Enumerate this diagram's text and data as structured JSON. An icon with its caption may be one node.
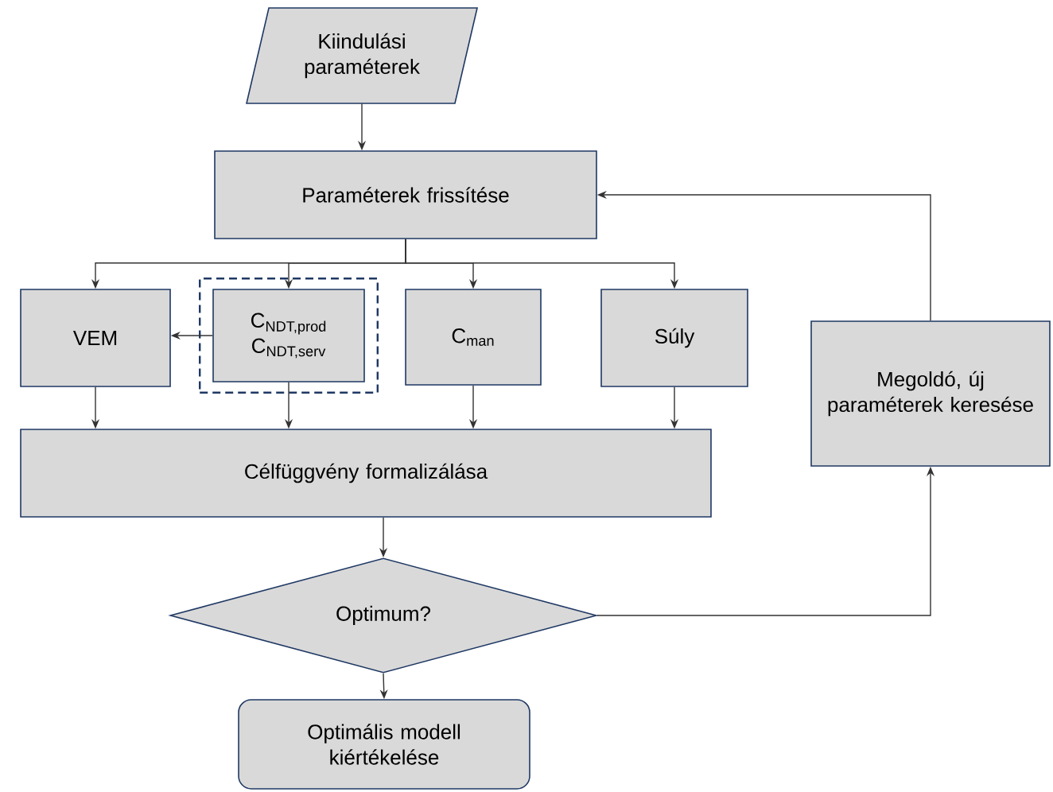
{
  "diagram": {
    "nodes": [
      {
        "text": [
          "Kiindulási paraméterek"
        ]
      },
      {
        "text": [
          "Paraméterek frissítése"
        ]
      },
      {
        "text": [
          "VEM"
        ]
      },
      {
        "text": [],
        "shape": "box"
      },
      {
        "text": [
          "C$_{NDT,prod}$",
          "C$_{NDT,serv}$"
        ],
        "in": 3
      },
      {
        "text": [
          "C$_{man}$"
        ]
      },
      {
        "text": [
          "Súly"
        ]
      },
      {
        "text": [
          "Megoldó, új paraméterek keresése"
        ]
      },
      {
        "text": [
          "Célfüggvény formalizálása"
        ]
      },
      {
        "text": [
          "Optimum?"
        ]
      },
      {
        "text": [
          "Optimális modell kiértékelése"
        ]
      }
    ],
    "edges": [
      {
        "from": 0,
        "to": 1,
        "arrow": "to"
      },
      {
        "from": 1,
        "to": 2,
        "arrow": "to"
      },
      {
        "from": 1,
        "to": 4,
        "arrow": "to"
      },
      {
        "from": 1,
        "to": 5,
        "arrow": "to"
      },
      {
        "from": 1,
        "to": 6,
        "arrow": "to"
      },
      {
        "from": 4,
        "to": 2,
        "arrow": "to"
      },
      {
        "from": 2,
        "to": 8,
        "arrow": "to"
      },
      {
        "from": 4,
        "to": 8,
        "arrow": "to"
      },
      {
        "from": 5,
        "to": 8,
        "arrow": "to"
      },
      {
        "from": 6,
        "to": 8,
        "arrow": "to"
      },
      {
        "from": 8,
        "to": 9,
        "arrow": "to"
      },
      {
        "from": 9,
        "to": 10,
        "arrow": "to"
      },
      {
        "from": 9,
        "to": 7,
        "arrow": "to"
      },
      {
        "from": 7,
        "to": 1,
        "arrow": "to"
      }
    ]
  }
}
